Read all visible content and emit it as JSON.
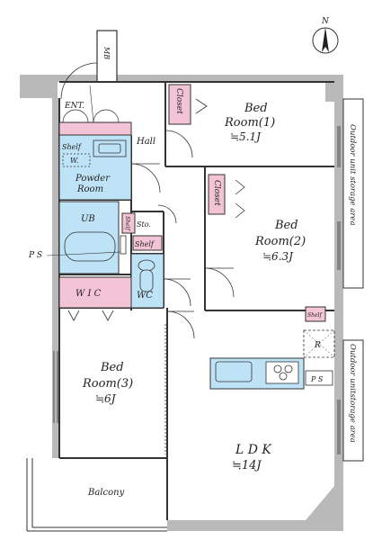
{
  "north": "N",
  "rooms": {
    "mb": "MB",
    "ent": "ENT.",
    "hall": "Hall",
    "closet1": "Closet",
    "closet2": "Closet",
    "bed1_line1": "Bed",
    "bed1_line2": "Room(1)",
    "bed1_size": "≒5.1J",
    "bed2_line1": "Bed",
    "bed2_line2": "Room(2)",
    "bed2_size": "≒6.3J",
    "bed3_line1": "Bed",
    "bed3_line2": "Room(3)",
    "bed3_size": "≒6J",
    "shelf_pr": "Shelf",
    "w": "W.",
    "powder_line1": "Powder",
    "powder_line2": "Room",
    "ub": "UB",
    "shelf_small": "Shelf",
    "sto": "Sto.",
    "shelf_sto": "Shelf",
    "ps_left": "P S",
    "wic": "W I C",
    "wc": "WC",
    "shelf_bed2": "Shelf",
    "r": "R",
    "ps_right": "P S",
    "ldk": "L D K",
    "ldk_size": "≒14J",
    "balcony": "Balcony",
    "outdoor_top": "Outdoor unit storage area",
    "outdoor_bottom": "Outdoor unitstorage area"
  },
  "colors": {
    "wall": "#b9b9b9",
    "closet": "#f2c4d6",
    "wet": "#bfe3f6",
    "line": "#333333"
  }
}
